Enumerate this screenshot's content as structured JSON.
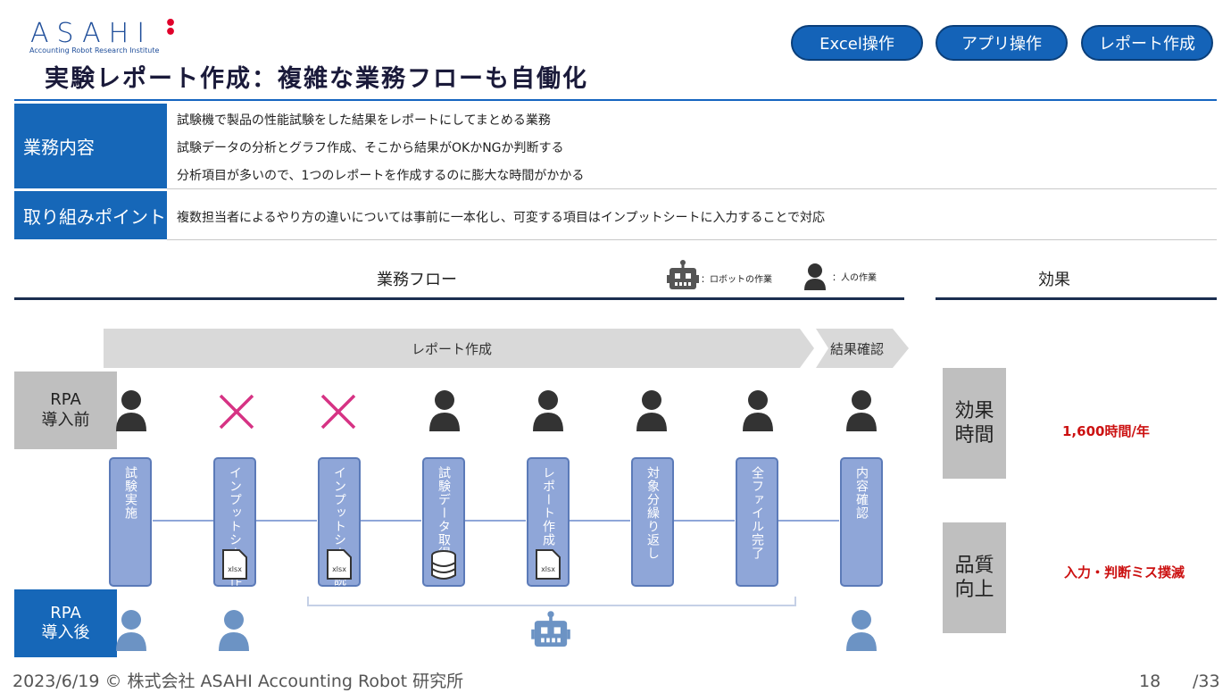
{
  "logo": {
    "name": "ASAHI",
    "tagline": "Accounting Robot Research Institute"
  },
  "title": "実験レポート作成：複雑な業務フローも自働化",
  "tags": [
    "Excel操作",
    "アプリ操作",
    "レポート作成"
  ],
  "business": {
    "label": "業務内容",
    "lines": [
      "試験機で製品の性能試験をした結果をレポートにしてまとめる業務",
      "試験データの分析とグラフ作成、そこから結果がOKかNGか判断する",
      "分析項目が多いので、1つのレポートを作成するのに膨大な時間がかかる"
    ]
  },
  "approach": {
    "label": "取り組みポイント",
    "text": "複数担当者によるやり方の違いについては事前に一本化し、可変する項目はインプットシートに入力することで対応"
  },
  "flow": {
    "heading": "業務フロー",
    "legend_robot": "：ロボットの作業",
    "legend_person": "：人の作業",
    "band_main": "レポート作成",
    "band_end": "結果確認",
    "before_label": "RPA\n導入前",
    "after_label": "RPA\n導入後",
    "steps": [
      {
        "label": "試験実施",
        "file": "",
        "before": "person",
        "after": "person"
      },
      {
        "label": "インプットシート作成",
        "file": "xlsx",
        "before": "cross",
        "after": "person"
      },
      {
        "label": "インプットシート読取",
        "file": "xlsx",
        "before": "cross",
        "after": "robot"
      },
      {
        "label": "試験データ取得",
        "file": "db",
        "before": "person",
        "after": "robot"
      },
      {
        "label": "レポート作成",
        "file": "xlsx",
        "before": "person",
        "after": "robot"
      },
      {
        "label": "対象分繰り返し",
        "file": "",
        "before": "person",
        "after": "robot"
      },
      {
        "label": "全ファイル完了",
        "file": "",
        "before": "person",
        "after": "robot"
      },
      {
        "label": "内容確認",
        "file": "",
        "before": "person",
        "after": "person"
      }
    ],
    "file_label": "xlsx"
  },
  "effect": {
    "heading": "効果",
    "items": [
      {
        "label": "効果\n時間",
        "value": "1,600時間/年"
      },
      {
        "label": "品質\n向上",
        "value": "入力・判断ミス撲滅"
      }
    ]
  },
  "footer": {
    "left": "2023/6/19 ©  株式会社 ASAHI Accounting Robot 研究所",
    "page": "18",
    "total": "/33"
  },
  "colors": {
    "accent": "#1667b8",
    "navy": "#1b2e50",
    "step": "#8fa6d8",
    "cross": "#d63384",
    "red": "#cc1111"
  }
}
